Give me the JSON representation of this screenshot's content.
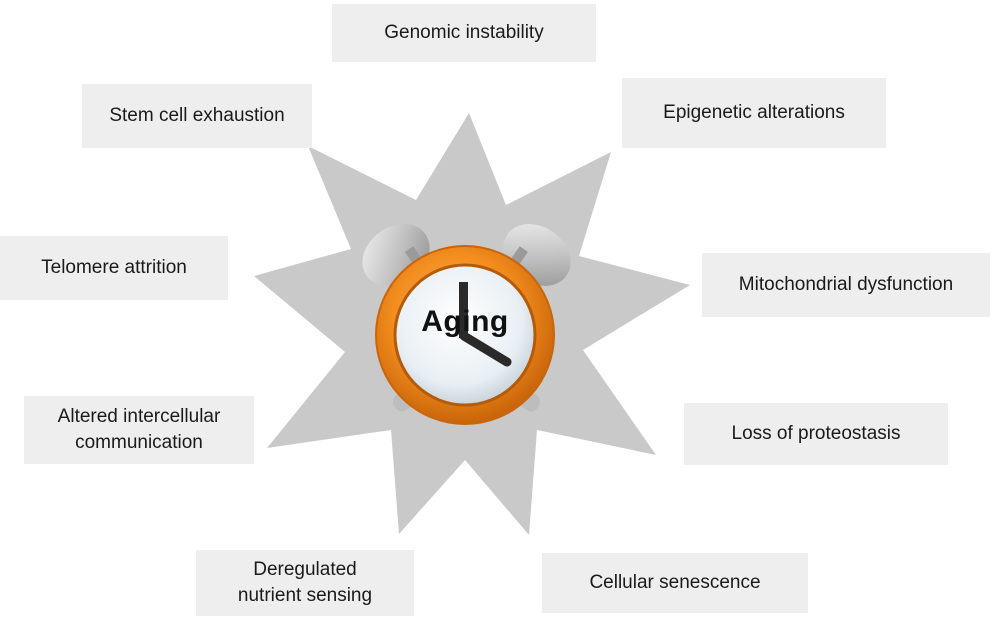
{
  "center": {
    "label": "Aging"
  },
  "hallmarks": {
    "genomic": "Genomic instability",
    "stem": "Stem cell exhaustion",
    "epigenetic": "Epigenetic alterations",
    "telomere": "Telomere attrition",
    "mito": "Mitochondrial dysfunction",
    "intercellular": "Altered intercellular\ncommunication",
    "proteostasis": "Loss of proteostasis",
    "nutrient": "Deregulated\nnutrient sensing",
    "senescence": "Cellular senescence"
  },
  "colors": {
    "star": "#c9c9c9",
    "box": "#eeeeee",
    "clock_ring": "#f28c1e",
    "clock_ring_dark": "#d8700c",
    "clock_face": "#e6eef3",
    "bells": "#bdbdbd",
    "hands": "#2a2a2a"
  },
  "icons": {
    "clock": "alarm-clock-icon"
  }
}
